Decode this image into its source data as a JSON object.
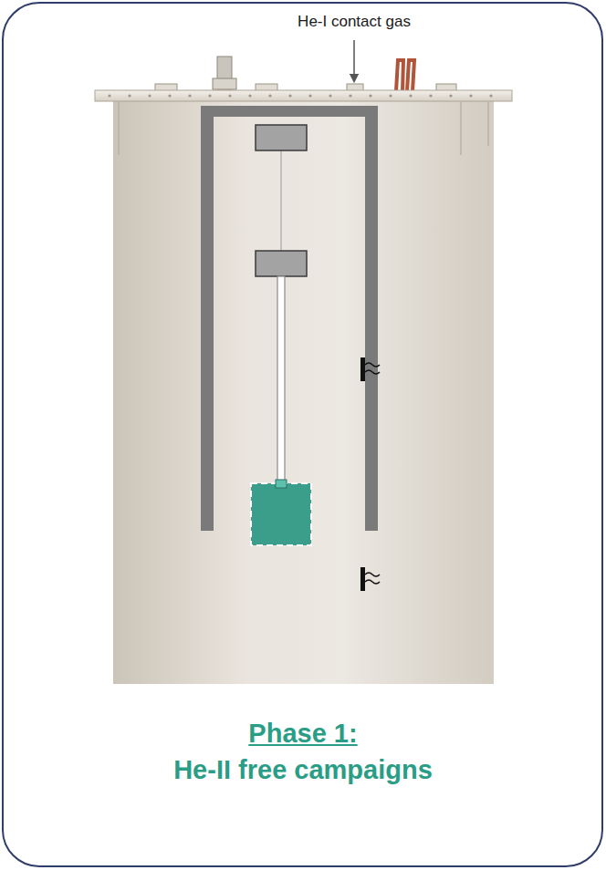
{
  "diagram": {
    "title": "Phase 1:",
    "caption": "He-II free campaigns",
    "labels": [
      "He-I contact gas"
    ]
  }
}
